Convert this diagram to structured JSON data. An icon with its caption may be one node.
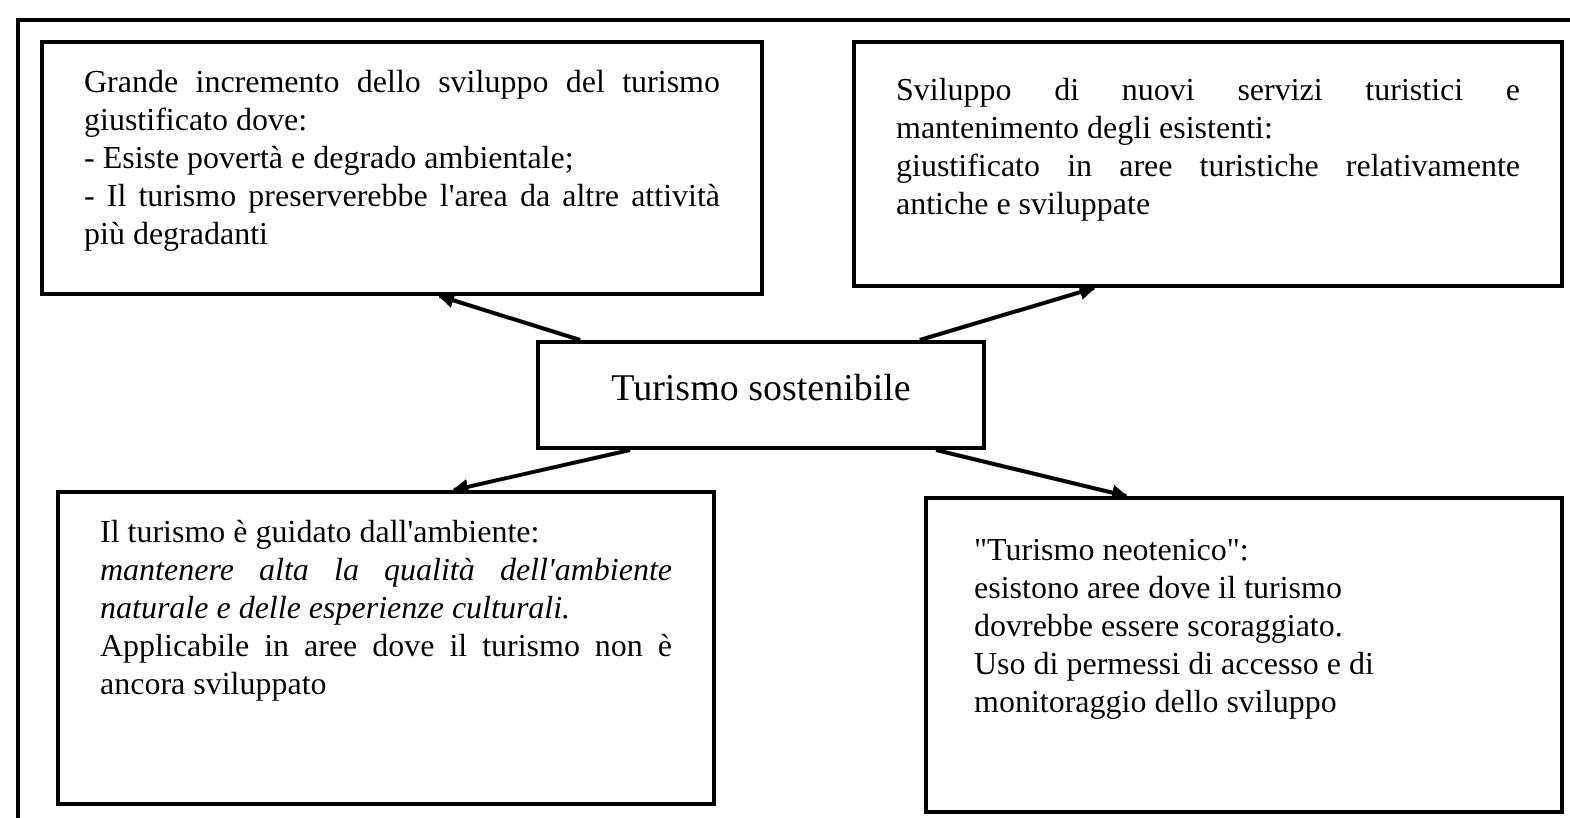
{
  "diagram": {
    "nodes": [
      {
        "text": [
          "Grande incremento dello sviluppo del turismo giustificato dove:",
          "- Esiste povertà e degrado ambientale;",
          "- Il turismo preserverebbe l'area da altre attività più degradanti"
        ]
      },
      {
        "text": [
          "Sviluppo di nuovi servizi turistici e mantenimento degli esistenti:",
          "giustificato in aree turistiche relativamente antiche e sviluppate"
        ]
      },
      {
        "text": [
          "Turismo sostenibile"
        ]
      },
      {
        "text": [
          "Il turismo è guidato dall'ambiente:",
          "mantenere alta la qualità dell'ambiente naturale e delle esperienze culturali.",
          "Applicabile in aree dove il turismo non è ancora sviluppato"
        ]
      },
      {
        "text": [
          "\"Turismo neotenico\":",
          "esistono aree dove il turismo dovrebbe essere scoraggiato.",
          "Uso di permessi di accesso e di monitoraggio dello sviluppo"
        ]
      }
    ],
    "edges": [
      {
        "from": 2,
        "to": 0,
        "arrow": "to"
      },
      {
        "from": 2,
        "to": 1,
        "arrow": "to"
      },
      {
        "from": 2,
        "to": 3,
        "arrow": "to"
      },
      {
        "from": 2,
        "to": 4,
        "arrow": "to"
      }
    ]
  }
}
